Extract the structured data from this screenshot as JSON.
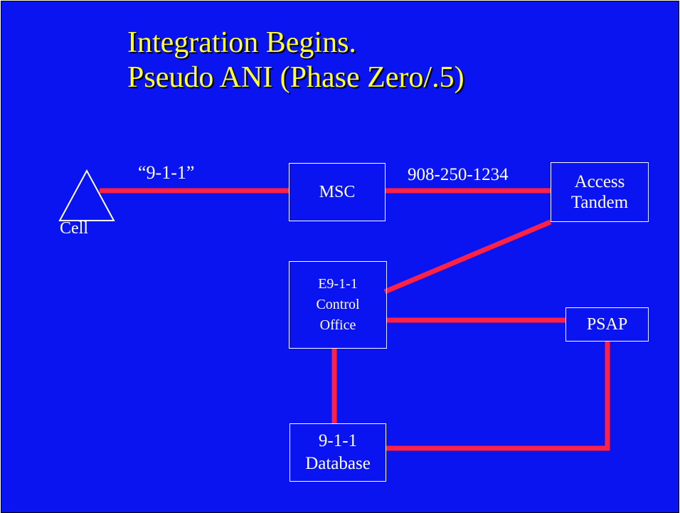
{
  "colors": {
    "background": "#0a14f0",
    "title_text": "#ffff33",
    "connector": "#ff2244",
    "box_border": "#ffffff",
    "text": "#ffffff"
  },
  "title": {
    "line1": "Integration Begins.",
    "line2": "Pseudo ANI (Phase Zero/.5)"
  },
  "nodes": {
    "cell": "Cell",
    "msc": "MSC",
    "access_tandem": [
      "Access",
      "Tandem"
    ],
    "control_office": [
      "E9-1-1",
      "Control",
      "Office"
    ],
    "psap": "PSAP",
    "database": [
      "9-1-1",
      "Database"
    ]
  },
  "edge_labels": {
    "cell_to_msc": "“9-1-1”",
    "msc_to_tandem": "908-250-1234"
  }
}
